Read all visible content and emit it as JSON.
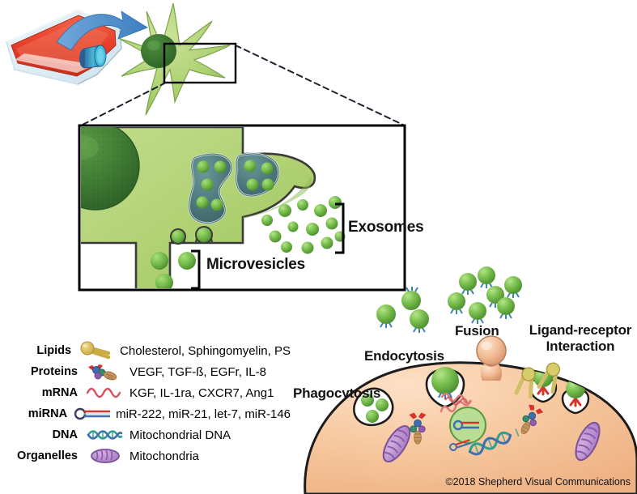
{
  "figure": {
    "copyright": "©2018 Shepherd Visual Communications"
  },
  "inset_labels": {
    "exosomes": "Exosomes",
    "microvesicles": "Microvesicles"
  },
  "uptake_labels": {
    "phagocytosis": "Phagocytosis",
    "endocytosis": "Endocytosis",
    "fusion": "Fusion",
    "ligand_receptor_line1": "Ligand-receptor",
    "ligand_receptor_line2": "Interaction"
  },
  "legend": {
    "rows": [
      {
        "name": "Lipids",
        "icon": "lipid-icon",
        "contents": "Cholesterol, Sphingomyelin, PS"
      },
      {
        "name": "Proteins",
        "icon": "protein-icon",
        "contents": "VEGF, TGF-ß, EGFr, IL-8"
      },
      {
        "name": "mRNA",
        "icon": "mrna-icon",
        "contents": "KGF, IL-1ra, CXCR7, Ang1"
      },
      {
        "name": "miRNA",
        "icon": "mirna-icon",
        "contents": "miR-222, miR-21, let-7, miR-146"
      },
      {
        "name": "DNA",
        "icon": "dna-icon",
        "contents": "Mitochondrial DNA"
      },
      {
        "name": "Organelles",
        "icon": "mitochondria-icon",
        "contents": "Mitochondria"
      }
    ]
  },
  "colors": {
    "cell_green_light": "#b5d37e",
    "cell_green_mid": "#9ec763",
    "nucleus_dark_green": "#3f7a33",
    "mvb_teal": "#4c7a7e",
    "vesicle_green": "#6db33f",
    "recipient_peach": "#f6c9a0",
    "recipient_peach_dark": "#e9a97c",
    "flask_red": "#e8402a",
    "arrow_blue": "#4a8fd0",
    "receptor_yellow": "#d8cc6a",
    "receptor_red": "#d6342c",
    "mito_purple": "#b089c6",
    "dna_teal": "#2f9e8f",
    "mrna_red": "#d94f5c",
    "outline": "#000000"
  }
}
